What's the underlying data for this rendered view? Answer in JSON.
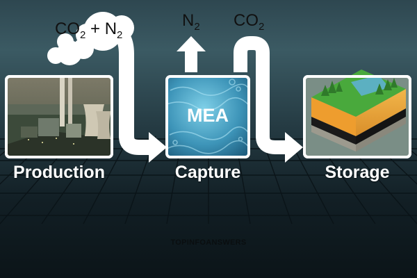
{
  "stages": [
    {
      "id": "production",
      "label": "Production"
    },
    {
      "id": "capture",
      "label": "Capture",
      "inner_text": "MEA"
    },
    {
      "id": "storage",
      "label": "Storage"
    }
  ],
  "flows": {
    "input": {
      "molecule_a": "CO",
      "sub_a": "2",
      "joiner": " + N",
      "sub_b": "2"
    },
    "vented": {
      "molecule": "N",
      "sub": "2"
    },
    "captured": {
      "molecule": "CO",
      "sub": "2"
    }
  },
  "watermark": "TOPINFOANSWERS",
  "colors": {
    "arrow": "#ffffff",
    "panel_border": "#ffffff",
    "capture_water": "#4fa8c8",
    "storage_grass": "#3d8f35",
    "storage_soil": "#e9a53a"
  }
}
